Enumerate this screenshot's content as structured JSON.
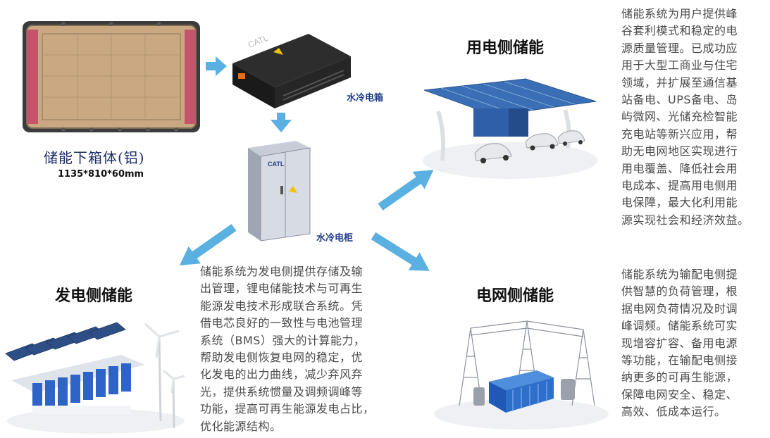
{
  "tray": {
    "label": "储能下箱体(铝)",
    "dims": "1135*810*60mm"
  },
  "water_box": {
    "label": "水冷电箱",
    "brand": "CATL"
  },
  "water_cabinet": {
    "label": "水冷电柜",
    "brand": "CATL"
  },
  "user_side": {
    "title": "用电侧储能",
    "lines": [
      "储能系统为用户提供峰",
      "谷套利模式和稳定的电",
      "源质量管理。已成功应",
      "用于大型工商业与住宅",
      "领域，并扩展至通信基",
      "站备电、UPS备电、岛",
      "屿微网、光储充检智能",
      "充电站等新兴应用，帮",
      "助无电网地区实现进行",
      "用电覆盖、降低社会用",
      "电成本、提高用电侧用",
      "电保障，最大化利用能",
      "源实现社会和经济效益。"
    ]
  },
  "generation_side": {
    "title": "发电侧储能",
    "lines": [
      "储能系统为发电侧提供存储及输",
      "出管理，锂电储能技术与可再生",
      "能源发电技术形成联合系统。凭",
      "借电芯良好的一致性与电池管理",
      "系统（BMS）强大的计算能力，",
      "帮助发电侧恢复电网的稳定，优",
      "化发电的出力曲线，减少弃风弃",
      "光，提供系统惯量及调频调峰等",
      "功能，提高可再生能源发电占比，",
      "优化能源结构。"
    ]
  },
  "grid_side": {
    "title": "电网侧储能",
    "lines": [
      "储能系统为输配电侧提",
      "供智慧的负荷管理，根",
      "据电网负荷情况及时调",
      "峰调频。储能系统可实",
      "现增容扩容、备用电源",
      "等功能，在输配电侧接",
      "纳更多的可再生能源，",
      "保障电网安全、稳定、",
      "高效、低成本运行。"
    ]
  },
  "colors": {
    "arrow": "#5ab0e0",
    "tray_fill": "#c9a882",
    "tray_edge": "#c4546a",
    "title": "#111111",
    "text": "#4a4a4a"
  },
  "icons": [
    "battery-tray-image",
    "water-cooled-box-image",
    "water-cooled-cabinet-image",
    "solar-carport-image",
    "wind-solar-farm-image",
    "substation-image"
  ]
}
